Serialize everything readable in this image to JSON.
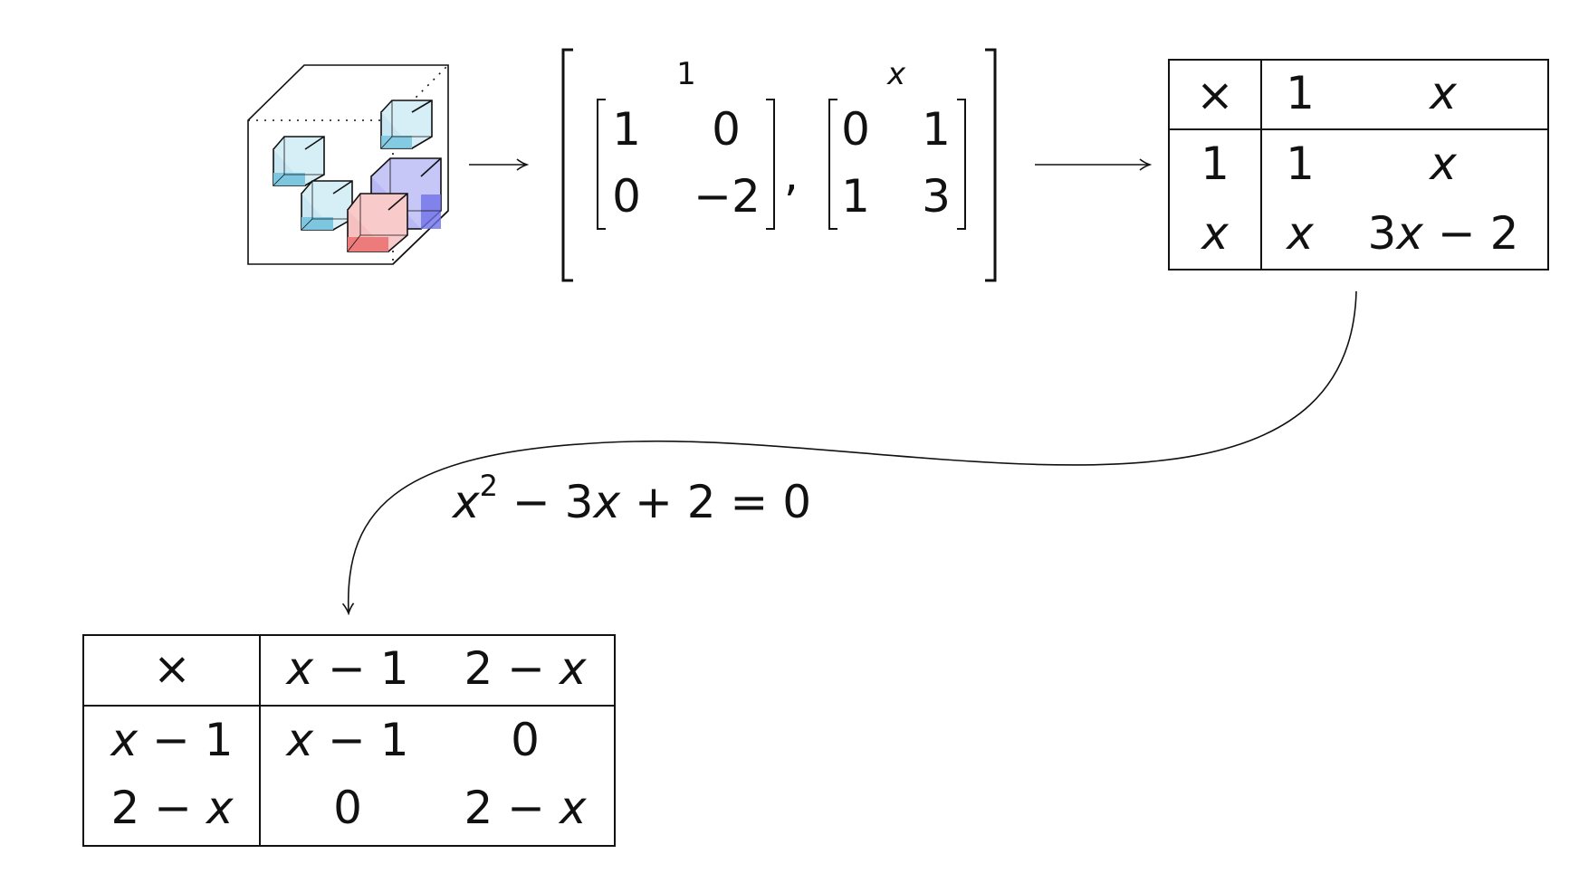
{
  "colors": {
    "ink": "#111111",
    "cube_blue": "#9fd3e6",
    "cube_blue_dark": "#5bb8d8",
    "cube_purple": "#9a9aef",
    "cube_purple_dark": "#5a5ae0",
    "cube_red": "#f3a4a4",
    "cube_red_dark": "#e86868"
  },
  "icons": {
    "cube_box": "cube-box-icon",
    "arrow": "arrow-right-icon"
  },
  "matrices": {
    "label_a": "1",
    "label_b": "x",
    "a": {
      "r1c1": "1",
      "r1c2": "0",
      "r2c1": "0",
      "r2c2": "−2"
    },
    "b": {
      "r1c1": "0",
      "r1c2": "1",
      "r2c1": "1",
      "r2c2": "3"
    },
    "separator": ","
  },
  "table1": {
    "corner": "×",
    "col1": "1",
    "col2": "x",
    "row1_head": "1",
    "row1_c1": "1",
    "row1_c2": "x",
    "row2_head": "x",
    "row2_c1": "x",
    "row2_c2_coef": "3",
    "row2_c2_var": "x",
    "row2_c2_rest": " − 2"
  },
  "equation": {
    "var": "x",
    "exp": "2",
    "rest_a": " − 3",
    "var2": "x",
    "rest_b": " + 2 = 0"
  },
  "table2": {
    "corner": "×",
    "col1_var": "x",
    "col1_rest": " − 1",
    "col2_num": "2 − ",
    "col2_var": "x",
    "row1_var": "x",
    "row1_rest": " − 1",
    "row1_c1_var": "x",
    "row1_c1_rest": " − 1",
    "row1_c2": "0",
    "row2_num": "2 − ",
    "row2_var": "x",
    "row2_c1": "0",
    "row2_c2_num": "2 − ",
    "row2_c2_var": "x"
  }
}
